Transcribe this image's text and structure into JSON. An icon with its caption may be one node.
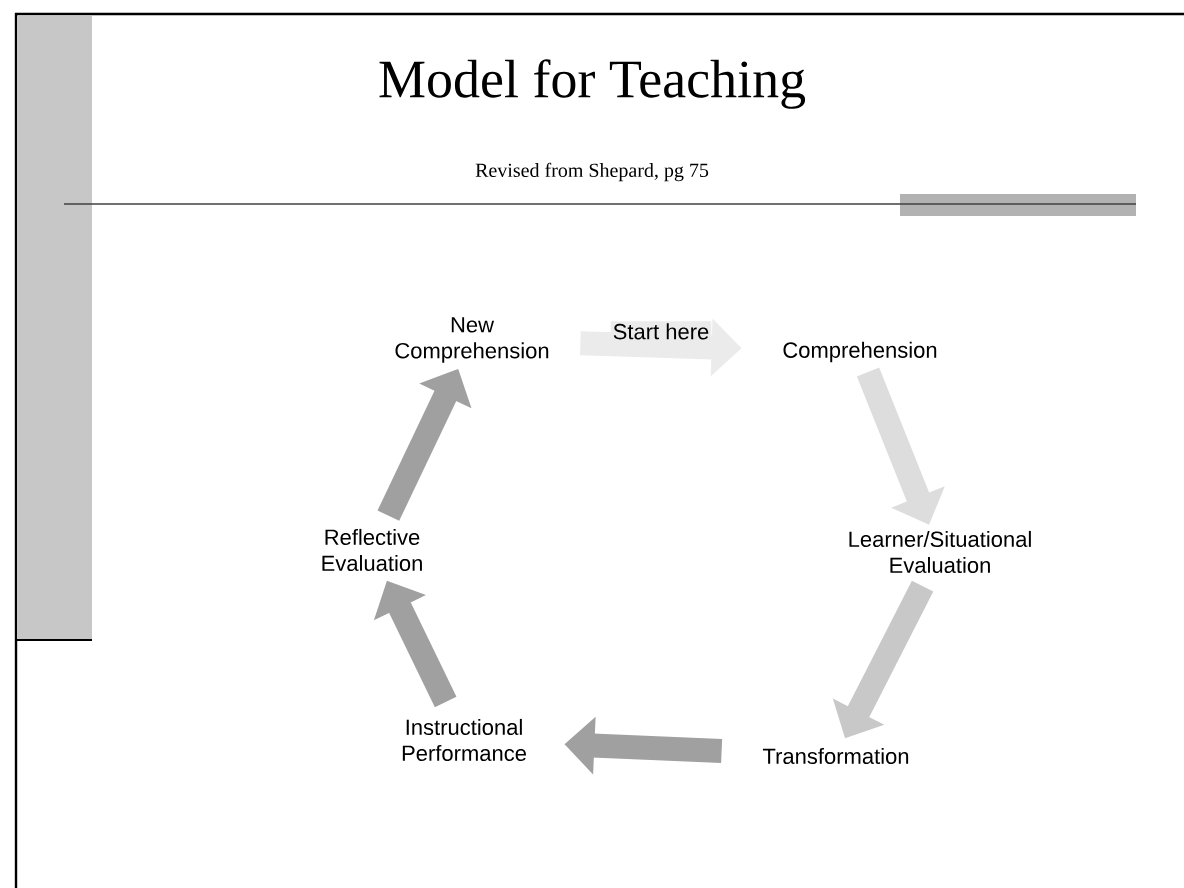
{
  "diagram": {
    "title": "Model for Teaching",
    "caption": "Revised from Shepard, pg 75",
    "nodes": [
      {
        "text": [
          "New Comprehension"
        ]
      },
      {
        "text": [
          "Comprehension"
        ]
      },
      {
        "text": [
          "Learner/Situational Evaluation"
        ]
      },
      {
        "text": [
          "Transformation"
        ]
      },
      {
        "text": [
          "Instructional Performance"
        ]
      },
      {
        "text": [
          "Reflective Evaluation"
        ]
      }
    ],
    "edges": [
      {
        "from": 0,
        "to": 1,
        "arrow": "to",
        "label": "Start here",
        "color": "#ebebeb"
      },
      {
        "from": 1,
        "to": 2,
        "arrow": "to",
        "color": "#dddddd"
      },
      {
        "from": 2,
        "to": 3,
        "arrow": "to",
        "color": "#c8c8c8"
      },
      {
        "from": 3,
        "to": 4,
        "arrow": "to",
        "color": "#a0a0a0"
      },
      {
        "from": 4,
        "to": 5,
        "arrow": "to",
        "color": "#a0a0a0"
      },
      {
        "from": 5,
        "to": 0,
        "arrow": "to",
        "color": "#a0a0a0"
      }
    ]
  }
}
